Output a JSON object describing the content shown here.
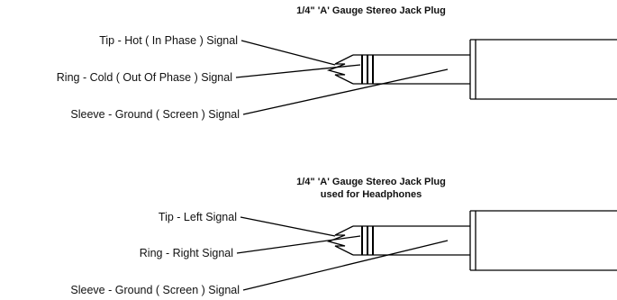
{
  "diagrams": [
    {
      "title_lines": [
        "1/4\" 'A' Gauge Stereo Jack Plug"
      ],
      "labels": [
        "Tip - Hot ( In Phase ) Signal",
        "Ring - Cold ( Out Of Phase ) Signal",
        "Sleeve - Ground ( Screen ) Signal"
      ]
    },
    {
      "title_lines": [
        "1/4\" 'A' Gauge Stereo Jack Plug",
        "used for Headphones"
      ],
      "labels": [
        "Tip - Left Signal",
        "Ring - Right Signal",
        "Sleeve - Ground ( Screen ) Signal"
      ]
    }
  ]
}
